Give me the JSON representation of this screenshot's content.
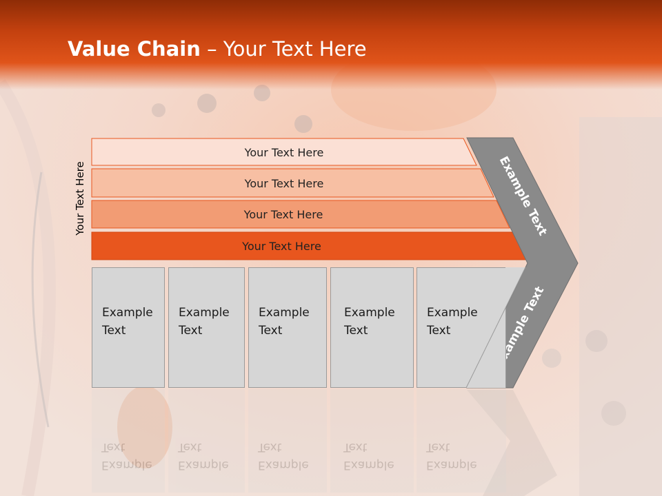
{
  "title": {
    "bold": "Value Chain",
    "rest": " – Your Text Here"
  },
  "side_label": "Your Text Here",
  "bars": [
    {
      "label": "Your Text Here",
      "color": "#fbe0d5"
    },
    {
      "label": "Your Text Here",
      "color": "#f7bfa3"
    },
    {
      "label": "Your Text Here",
      "color": "#f29c74"
    },
    {
      "label": "Your Text Here",
      "color": "#e8561e"
    }
  ],
  "boxes": [
    {
      "line1": "Example",
      "line2": "Text"
    },
    {
      "line1": "Example",
      "line2": "Text"
    },
    {
      "line1": "Example",
      "line2": "Text"
    },
    {
      "line1": "Example",
      "line2": "Text"
    },
    {
      "line1": "Example",
      "line2": "Text"
    }
  ],
  "arrow": {
    "upper_label": "Example Text",
    "lower_label": "Example Text",
    "color": "#8a8a8a"
  },
  "colors": {
    "header": "#c4410f",
    "box": "#d6d6d6"
  }
}
